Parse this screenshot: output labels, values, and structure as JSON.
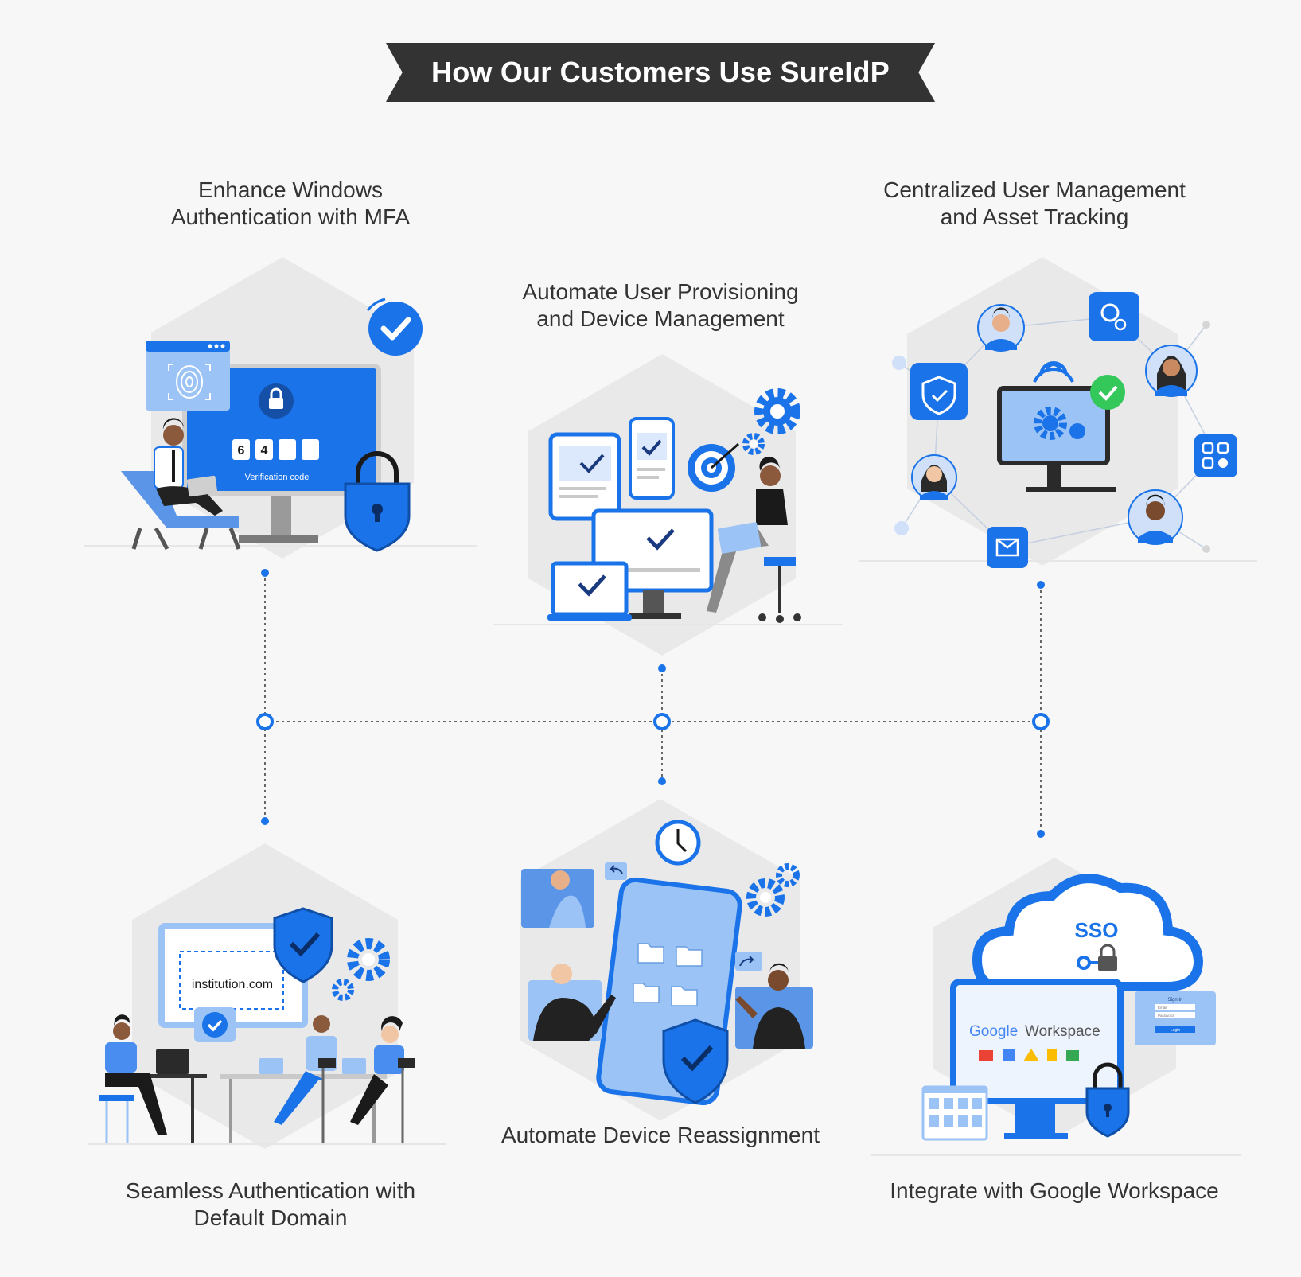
{
  "title": "How Our Customers Use SureIdP",
  "colors": {
    "primary": "#1a73e8",
    "dark": "#333333",
    "hexagon": "#e9e9ea",
    "background": "#f7f7f8",
    "check_green": "#34c759"
  },
  "use_cases": [
    {
      "label": "Enhance Windows\nAuthentication with MFA",
      "icon": "mfa-monitor-illustration"
    },
    {
      "label": "Automate User Provisioning\nand Device Management",
      "icon": "provisioning-devices-illustration"
    },
    {
      "label": "Centralized User Management\nand Asset Tracking",
      "icon": "user-network-illustration"
    },
    {
      "label": "Seamless Authentication with\nDefault Domain",
      "icon": "domain-login-illustration"
    },
    {
      "label": "Automate Device Reassignment",
      "icon": "device-reassignment-illustration"
    },
    {
      "label": "Integrate with Google Workspace",
      "icon": "google-workspace-sso-illustration"
    }
  ],
  "illustration_text": {
    "verification_code": "Verification code",
    "code_digits": [
      "6",
      "4"
    ],
    "domain": "institution.com",
    "sso": "SSO",
    "google": "Google",
    "workspace": "Workspace",
    "signin_title": "Sign In",
    "signin_email": "Email",
    "signin_password": "Password",
    "signin_button": "Login"
  }
}
